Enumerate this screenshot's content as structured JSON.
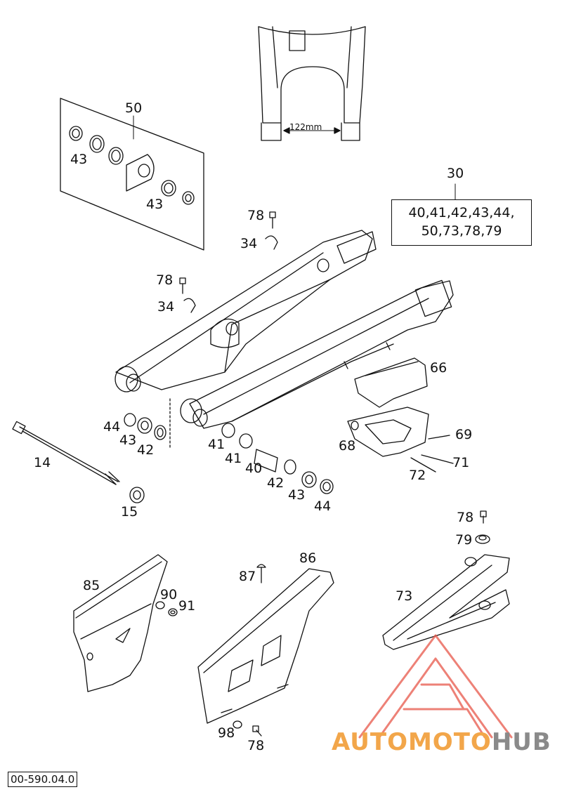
{
  "diagram": {
    "kit_number": "30",
    "kit_parts_line1": "40,41,42,43,44,",
    "kit_parts_line2": "50,73,78,79",
    "dimension_label": "122mm",
    "drawing_code": "00-590.04.0",
    "watermark": {
      "part1": "AUTOMOTO",
      "part2": "HUB",
      "color_primary": "#f2a64a",
      "color_secondary": "#8a8a8a",
      "logo_color": "#e8584a"
    },
    "labels": {
      "p50": "50",
      "p43a": "43",
      "p43b": "43",
      "p78a": "78",
      "p34a": "34",
      "p78b": "78",
      "p34b": "34",
      "p66": "66",
      "p69": "69",
      "p68": "68",
      "p71": "71",
      "p72": "72",
      "p44a": "44",
      "p43c": "43",
      "p42a": "42",
      "p14": "14",
      "p41a": "41",
      "p41b": "41",
      "p40": "40",
      "p42b": "42",
      "p43d": "43",
      "p44b": "44",
      "p15": "15",
      "p78c": "78",
      "p79": "79",
      "p73": "73",
      "p85": "85",
      "p90": "90",
      "p91": "91",
      "p87": "87",
      "p86": "86",
      "p98": "98",
      "p78d": "78"
    }
  }
}
